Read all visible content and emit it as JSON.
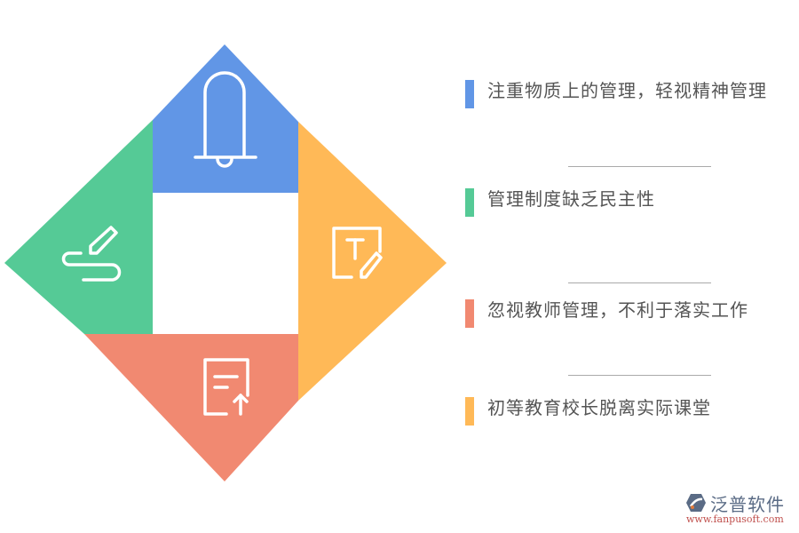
{
  "diagram": {
    "type": "diamond-four-quadrant",
    "segments": [
      {
        "position": "top",
        "color": "#6196E6",
        "icon": "bell-icon"
      },
      {
        "position": "right",
        "color": "#FFB957",
        "icon": "text-edit-icon"
      },
      {
        "position": "bottom",
        "color": "#F18971",
        "icon": "document-upload-icon"
      },
      {
        "position": "left",
        "color": "#55CA96",
        "icon": "signature-pen-icon"
      }
    ],
    "center_color": "#FFFFFF"
  },
  "items": [
    {
      "label": "注重物质上的管理，轻视精神管理",
      "color": "#6196E6"
    },
    {
      "label": "管理制度缺乏民主性",
      "color": "#55CA96"
    },
    {
      "label": "忽视教师管理，不利于落实工作",
      "color": "#F18971"
    },
    {
      "label": "初等教育校长脱离实际课堂",
      "color": "#FFB957"
    }
  ],
  "logo": {
    "brand": "泛普软件",
    "url": "www.fanpusoft.com"
  }
}
